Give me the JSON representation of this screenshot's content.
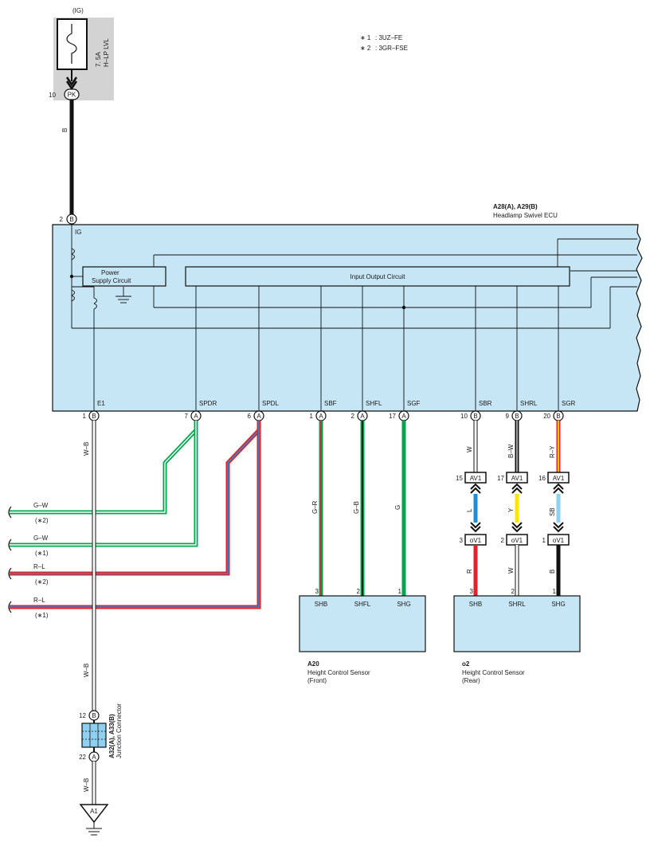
{
  "notes": [
    {
      "mark": "∗ 1",
      "text": ": 3UZ–FE"
    },
    {
      "mark": "∗ 2",
      "text": ": 3GR–FSE"
    }
  ],
  "fuse": {
    "header": "(IG)",
    "rating": "7. 5A",
    "name": "H–LP LVL",
    "pin": "10",
    "connector": "PK",
    "wire_color": "B"
  },
  "ecu": {
    "code": "A28(A), A29(B)",
    "name": "Headlamp Swivel ECU",
    "power_pin": "2",
    "power_connector": "B",
    "power_label": "IG",
    "power_supply_line1": "Power",
    "power_supply_line2": "Supply Circuit",
    "io_circuit": "Input Output Circuit",
    "terminals": [
      {
        "label": "E1",
        "pin": "1",
        "connector": "B"
      },
      {
        "label": "SPDR",
        "pin": "7",
        "connector": "A"
      },
      {
        "label": "SPDL",
        "pin": "6",
        "connector": "A"
      },
      {
        "label": "SBF",
        "pin": "1",
        "connector": "A"
      },
      {
        "label": "SHFL",
        "pin": "2",
        "connector": "A"
      },
      {
        "label": "SGF",
        "pin": "17",
        "connector": "A"
      },
      {
        "label": "SBR",
        "pin": "10",
        "connector": "B"
      },
      {
        "label": "SHRL",
        "pin": "9",
        "connector": "B"
      },
      {
        "label": "SGR",
        "pin": "20",
        "connector": "B"
      }
    ]
  },
  "left_wires": [
    {
      "color": "G–W",
      "note": "(∗2)"
    },
    {
      "color": "G–W",
      "note": "(∗1)"
    },
    {
      "color": "R–L",
      "note": "(∗2)"
    },
    {
      "color": "R–L",
      "note": "(∗1)"
    }
  ],
  "ground_wire": {
    "color_upper": "W–B",
    "color_middle": "W–B",
    "color_lower": "W–B",
    "junction_code": "A32(A), A33(B)",
    "junction_name": "Junction Connector",
    "junction_top_pin": "12",
    "junction_top_conn": "B",
    "junction_bottom_pin": "22",
    "junction_bottom_conn": "A",
    "ground_point": "A1"
  },
  "front_wires": [
    {
      "color": "G–R",
      "pin": "3"
    },
    {
      "color": "G–B",
      "pin": "2"
    },
    {
      "color": "G",
      "pin": "1"
    }
  ],
  "rear_wires": [
    {
      "upper_color": "W",
      "av1_pin": "15",
      "mid_color": "L",
      "ov1_pin": "3",
      "lower_color": "R",
      "sensor_pin": "3"
    },
    {
      "upper_color": "B–W",
      "av1_pin": "17",
      "mid_color": "Y",
      "ov1_pin": "2",
      "lower_color": "W",
      "sensor_pin": "2"
    },
    {
      "upper_color": "R–Y",
      "av1_pin": "16",
      "mid_color": "SB",
      "ov1_pin": "1",
      "lower_color": "B",
      "sensor_pin": "1"
    }
  ],
  "connector_av1": "AV1",
  "connector_ov1": "oV1",
  "front_sensor": {
    "code": "A20",
    "name": "Height Control Sensor",
    "position": "(Front)",
    "terminals": [
      "SHB",
      "SHFL",
      "SHG"
    ]
  },
  "rear_sensor": {
    "code": "o2",
    "name": "Height Control Sensor",
    "position": "(Rear)",
    "terminals": [
      "SHB",
      "SHRL",
      "SHG"
    ]
  },
  "colors": {
    "ecu_fill": "#c6e6f6",
    "fuse_panel": "#d3d3d3",
    "green": "#00a650",
    "red": "#e8202a",
    "blue": "#1e8fd6",
    "light_blue": "#8fcff0",
    "yellow": "#ffe600",
    "black": "#111111"
  }
}
